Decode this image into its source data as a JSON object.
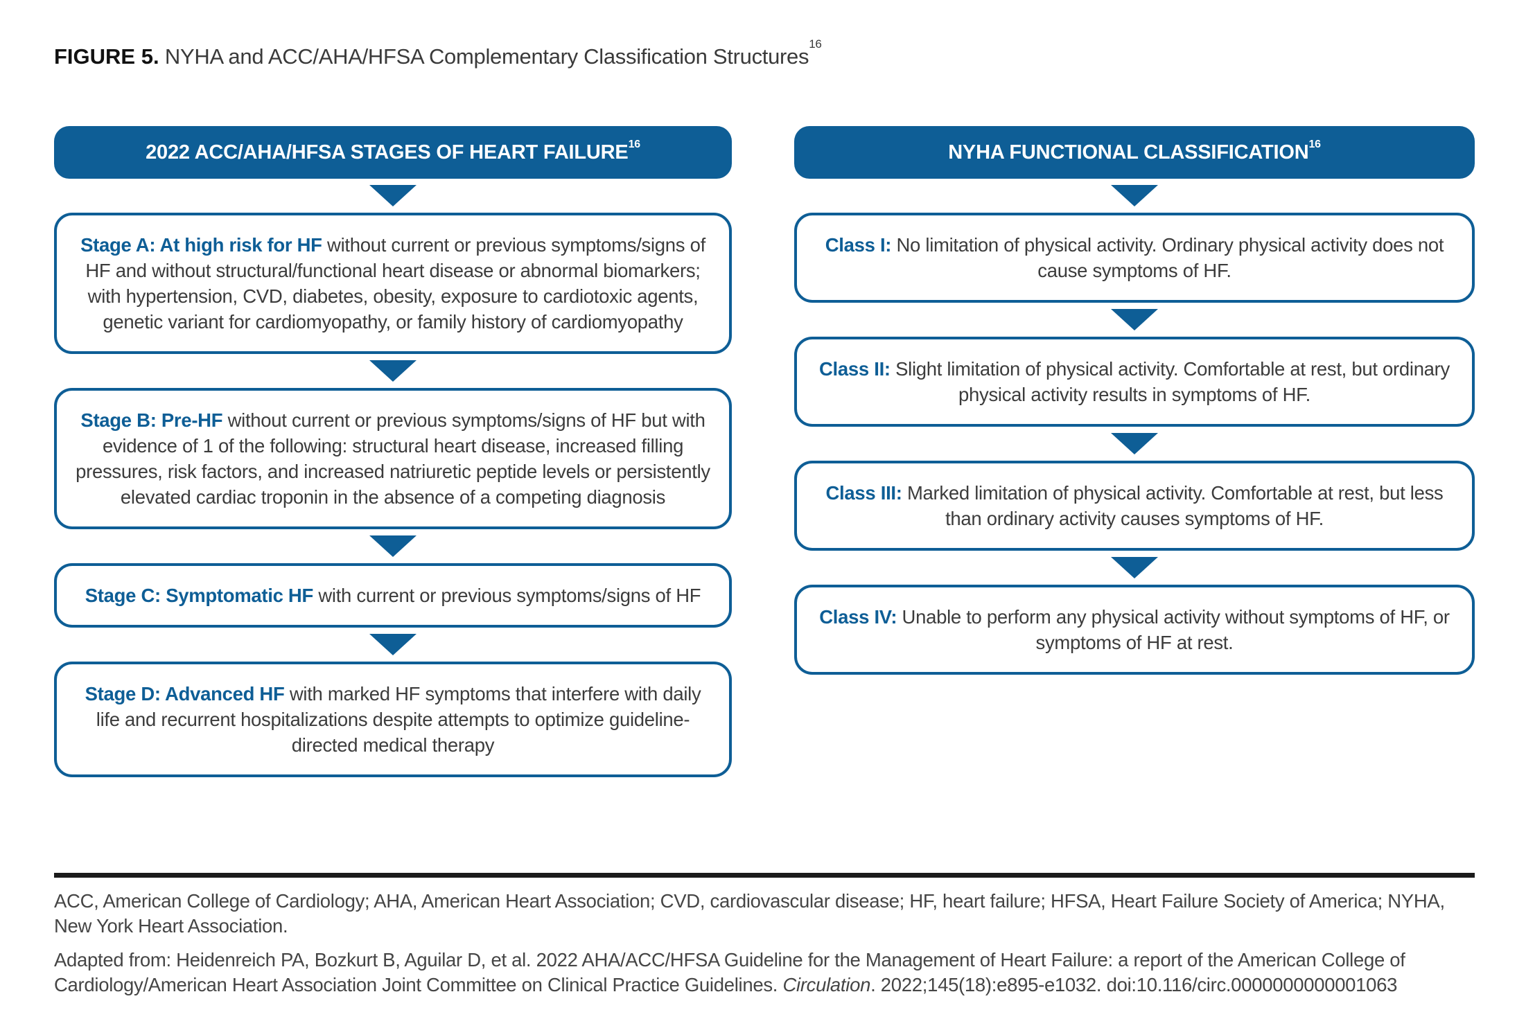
{
  "figure": {
    "label": "FIGURE 5.",
    "title": " NYHA and ACC/AHA/HFSA Complementary Classification Structures",
    "title_sup": "16"
  },
  "colors": {
    "brand_blue": "#0E5E96",
    "body_text": "#3C3C3C",
    "rule_black": "#1B1B1B",
    "white": "#FFFFFF"
  },
  "left_column": {
    "header": "2022 ACC/AHA/HFSA STAGES OF HEART FAILURE",
    "header_sup": "16",
    "items": [
      {
        "lead": "Stage A: At high risk for HF",
        "rest": " without current or previous symptoms/signs of HF and without structural/functional heart disease or abnormal biomarkers; with hypertension, CVD, diabetes, obesity, exposure to cardiotoxic agents, genetic variant for cardiomyopathy, or family history of cardiomyopathy"
      },
      {
        "lead": "Stage B: Pre-HF",
        "rest": " without current or previous symptoms/signs of HF but with evidence of 1 of the following: structural heart disease, increased filling pressures, risk factors, and increased natriuretic peptide levels or persistently elevated cardiac troponin in the absence of a competing diagnosis"
      },
      {
        "lead": "Stage C: Symptomatic HF",
        "rest": " with current or previous symptoms/signs of HF"
      },
      {
        "lead": "Stage D: Advanced HF",
        "rest": " with marked HF symptoms that interfere with daily life and recurrent hospitalizations despite attempts to optimize guideline-directed medical therapy"
      }
    ]
  },
  "right_column": {
    "header": "NYHA FUNCTIONAL CLASSIFICATION",
    "header_sup": "16",
    "items": [
      {
        "lead": "Class I:",
        "rest": " No limitation of physical activity. Ordinary physical activity does not cause symptoms of HF."
      },
      {
        "lead": "Class II:",
        "rest": " Slight limitation of physical activity. Comfortable at rest, but ordinary physical activity results in symptoms of HF."
      },
      {
        "lead": "Class III:",
        "rest": " Marked limitation of physical activity. Comfortable at rest, but less than ordinary activity causes symptoms of HF."
      },
      {
        "lead": "Class IV:",
        "rest": " Unable to perform any physical activity without symptoms of HF, or symptoms of HF at rest."
      }
    ]
  },
  "footer": {
    "abbreviations": "ACC, American College of Cardiology; AHA, American Heart Association; CVD, cardiovascular disease; HF, heart failure; HFSA, Heart Failure Society of America; NYHA, New York Heart Association.",
    "adapted_before": "Adapted from: Heidenreich PA, Bozkurt B, Aguilar D, et al. 2022 AHA/ACC/HFSA Guideline for the Management of Heart Failure: a report of the American College of Cardiology/American Heart Association Joint Committee on Clinical Practice Guidelines. ",
    "adapted_italic": "Circulation",
    "adapted_after": ". 2022;145(18):e895-e1032. doi:10.116/circ.0000000000001063"
  }
}
